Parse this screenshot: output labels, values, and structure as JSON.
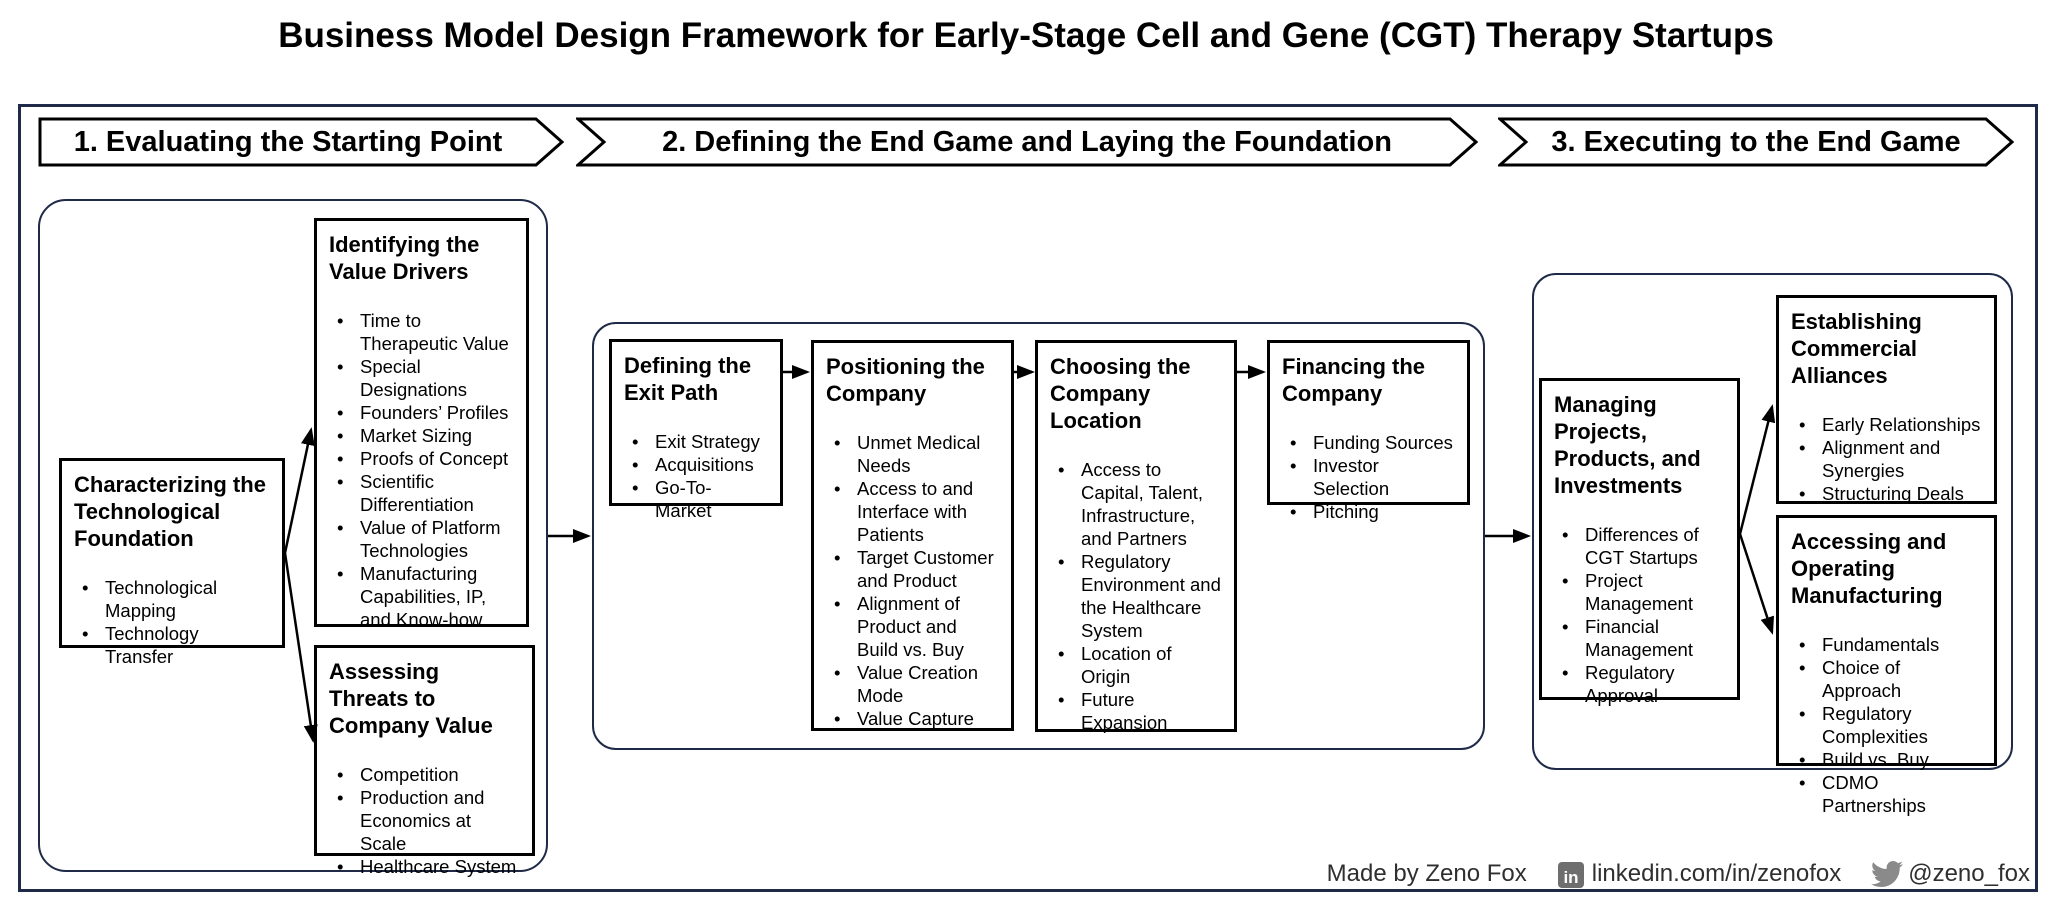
{
  "title": "Business Model Design Framework for Early-Stage Cell and Gene (CGT) Therapy Startups",
  "banners": [
    {
      "label": "1. Evaluating the Starting Point"
    },
    {
      "label": "2. Defining the End Game and Laying the Foundation"
    },
    {
      "label": "3. Executing to the End Game"
    }
  ],
  "boxes": {
    "characterizing": {
      "title": "Characterizing the Technological Foundation",
      "bullets": [
        "Technological Mapping",
        "Technology Transfer"
      ]
    },
    "identifying": {
      "title": "Identifying the Value Drivers",
      "bullets": [
        "Time to Therapeutic Value",
        "Special Designations",
        "Founders’ Profiles",
        "Market Sizing",
        "Proofs of Concept",
        "Scientific Differentiation",
        "Value of Platform Technologies",
        "Manufacturing Capabilities, IP, and Know-how"
      ]
    },
    "assessing": {
      "title": "Assessing Threats to Company Value",
      "bullets": [
        "Competition",
        "Production and Economics at Scale",
        "Healthcare System"
      ]
    },
    "defining": {
      "title": "Defining the Exit Path",
      "bullets": [
        "Exit Strategy",
        "Acquisitions",
        "Go-To-Market"
      ]
    },
    "positioning": {
      "title": "Positioning the Company",
      "bullets": [
        "Unmet Medical Needs",
        "Access to and Interface with Patients",
        "Target Customer and Product",
        "Alignment of Product and Build vs. Buy",
        "Value Creation Mode",
        "Value Capture"
      ]
    },
    "choosing": {
      "title": "Choosing the Company Location",
      "bullets": [
        "Access to Capital, Talent, Infrastructure, and Partners",
        "Regulatory Environment and the Healthcare System",
        "Location of Origin",
        "Future Expansion"
      ]
    },
    "financing": {
      "title": "Financing the Company",
      "bullets": [
        "Funding Sources",
        "Investor Selection",
        "Pitching"
      ]
    },
    "managing": {
      "title": "Managing Projects, Products, and Investments",
      "bullets": [
        "Differences of CGT Startups",
        "Project Management",
        "Financial Management",
        "Regulatory Approval"
      ]
    },
    "establishing": {
      "title": "Establishing Commercial Alliances",
      "bullets": [
        "Early Relationships",
        "Alignment and Synergies",
        "Structuring Deals"
      ]
    },
    "accessing": {
      "title": "Accessing and Operating Manufacturing",
      "bullets": [
        "Fundamentals",
        "Choice of Approach",
        "Regulatory Complexities",
        "Build vs. Buy",
        "CDMO Partnerships"
      ]
    }
  },
  "footer": {
    "credit": "Made by Zeno Fox",
    "linkedin_handle": "linkedin.com/in/zenofox",
    "twitter_handle": "@zeno_fox",
    "linkedin_icon": "linkedin-badge-icon",
    "twitter_icon": "twitter-bird-icon"
  },
  "colors": {
    "background": "#ffffff",
    "text": "#000000",
    "box_border": "#000000",
    "container_border": "#1e2a47",
    "footer_text": "#2f2f2f",
    "footer_icon_gray": "#6e6e6e"
  }
}
